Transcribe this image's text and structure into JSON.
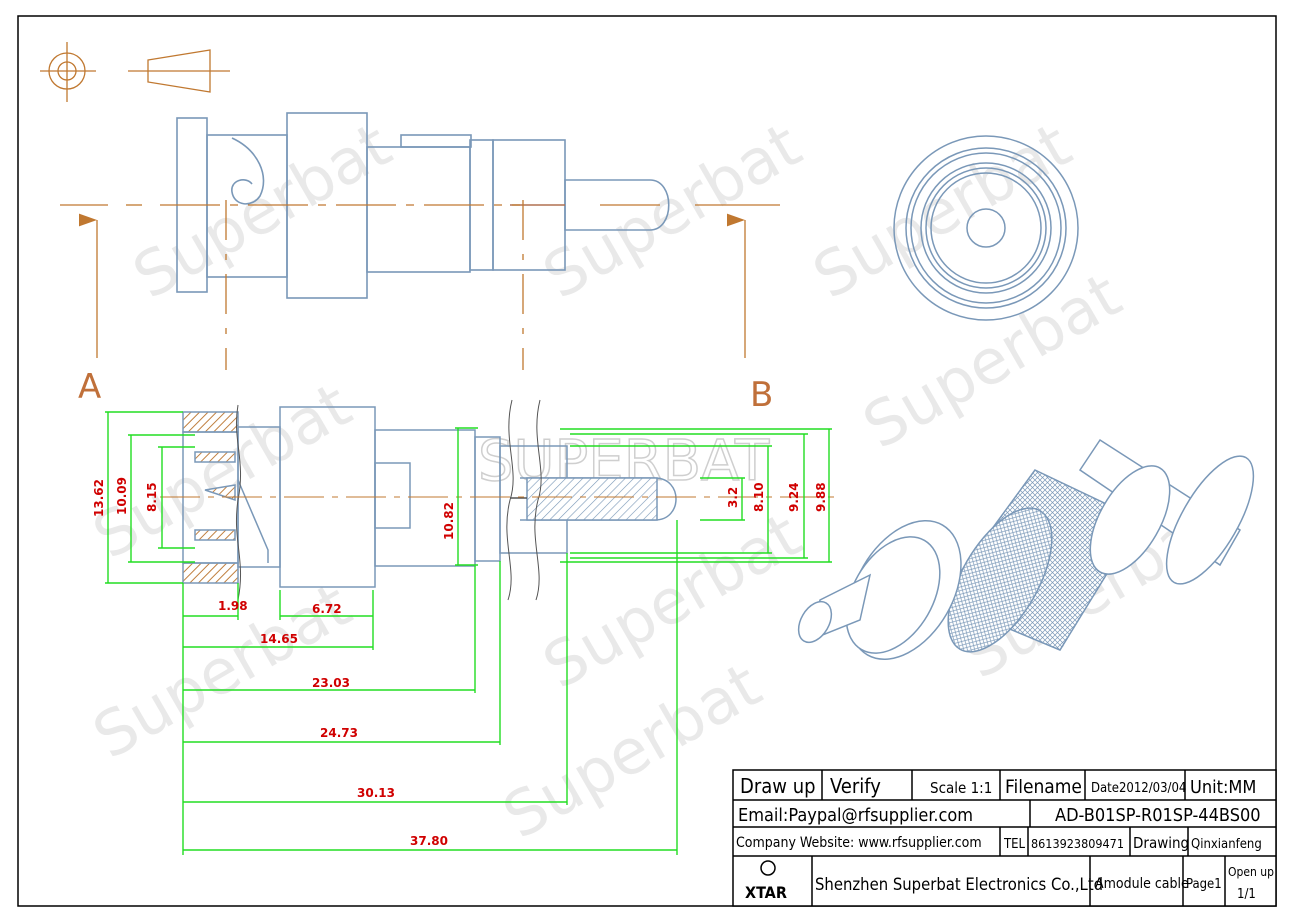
{
  "watermark": {
    "brand": "Superbat",
    "center": "SUPERBAT"
  },
  "view_labels": {
    "a": "A",
    "b": "B"
  },
  "dimensions": {
    "d_13_62": "13.62",
    "d_10_09": "10.09",
    "d_8_15": "8.15",
    "d_10_82": "10.82",
    "d_3_2": "3.2",
    "d_8_10": "8.10",
    "d_9_24": "9.24",
    "d_9_88": "9.88",
    "d_1_98": "1.98",
    "d_6_72": "6.72",
    "d_14_65": "14.65",
    "d_23_03": "23.03",
    "d_24_73": "24.73",
    "d_30_13": "30.13",
    "d_37_80": "37.80"
  },
  "title_block": {
    "draw_up": "Draw up",
    "verify": "Verify",
    "scale": "Scale 1:1",
    "filename_label": "Filename",
    "date": "Date2012/03/04",
    "unit": "Unit:MM",
    "email": "Email:Paypal@rfsupplier.com",
    "part_number": "AD-B01SP-R01SP-44BS00",
    "website": "Company Website:  www.rfsupplier.com",
    "tel_label": "TEL",
    "tel": "8613923809471",
    "drawing_label": "Drawing",
    "drawer": "Qinxianfeng",
    "logo": "XTAR",
    "company": "Shenzhen Superbat Electronics Co.,Ltd",
    "product": "Amodule cable",
    "page": "Page1",
    "open_up": "Open up",
    "page_count": "1/1"
  },
  "colors": {
    "outline": "#7a98b8",
    "centerline": "#c07830",
    "dimension_line": "#22dd22",
    "dimension_text": "#d00000",
    "hatch": "#c08040",
    "border": "#000000"
  }
}
